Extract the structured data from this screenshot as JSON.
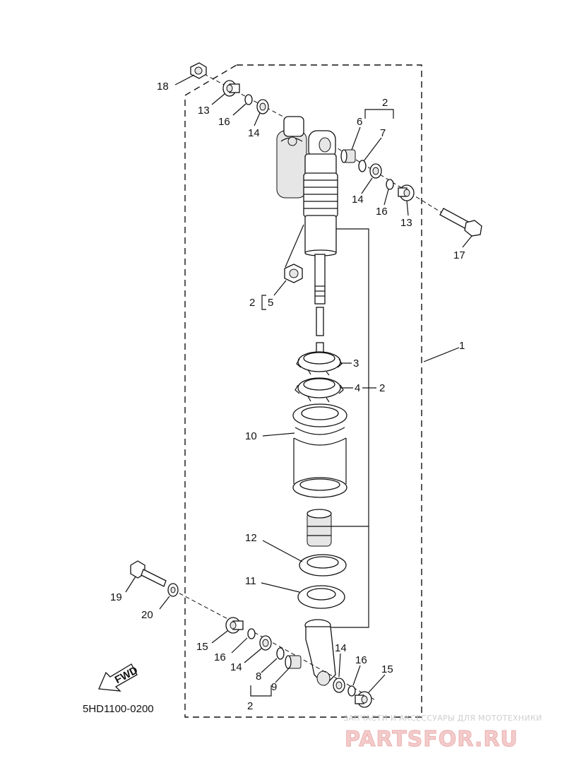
{
  "diagram": {
    "drawing_code": "5HD1100-0200",
    "fwd_label": "FWD",
    "watermark": {
      "caption": "ЗАПЧАСТИ И АКСЕССУАРЫ ДЛЯ МОТОТЕХНИКИ",
      "brand": "PARTSFOR.RU"
    },
    "callouts": {
      "c1": "1",
      "c2_top": "2",
      "c6": "6",
      "c7": "7",
      "c14_top_left": "14",
      "c14_top_right": "14",
      "c16_top_left": "16",
      "c16_top_right": "16",
      "c13_top_left": "13",
      "c13_top_right": "13",
      "c18": "18",
      "c17": "17",
      "c2_mid": "2",
      "c5": "5",
      "c3": "3",
      "c4": "4",
      "c2_nut": "2",
      "c10": "10",
      "c12": "12",
      "c11": "11",
      "c19": "19",
      "c20": "20",
      "c15_left": "15",
      "c16_bottom_left": "16",
      "c14_bottom_left": "14",
      "c8": "8",
      "c9": "9",
      "c2_bottom": "2",
      "c14_bottom_right": "14",
      "c16_bottom_right": "16",
      "c15_right": "15"
    }
  }
}
